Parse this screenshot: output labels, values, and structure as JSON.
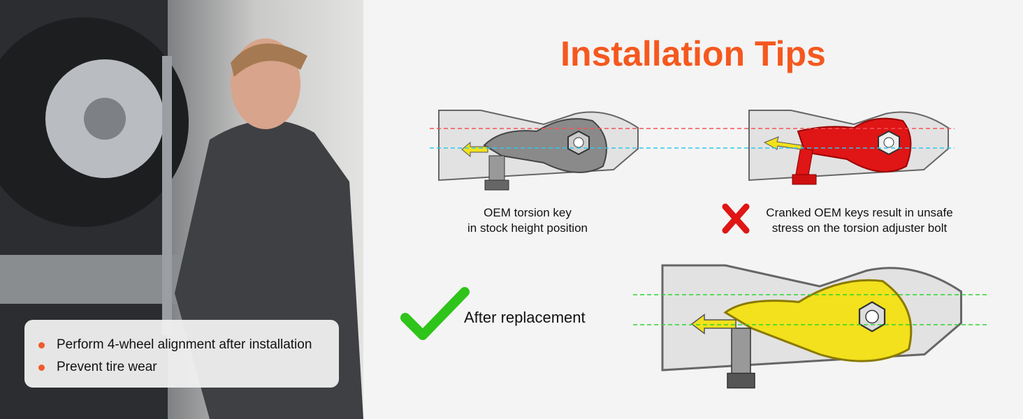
{
  "title": "Installation Tips",
  "tips": [
    "Perform 4-wheel alignment after installation",
    "Prevent tire wear"
  ],
  "panels": {
    "oem": {
      "line1": "OEM torsion key",
      "line2": "in stock height position"
    },
    "cranked": {
      "line1": "Cranked OEM keys result in unsafe",
      "line2": "stress on the torsion adjuster bolt",
      "icon": "red-x-icon"
    },
    "after": {
      "label": "After replacement",
      "icon": "green-check-icon"
    }
  },
  "colors": {
    "accent": "#f5581f",
    "oem_key": "#8a8a8a",
    "cranked_key": "#e01515",
    "new_key": "#f2e11c",
    "check": "#2fc41a"
  }
}
